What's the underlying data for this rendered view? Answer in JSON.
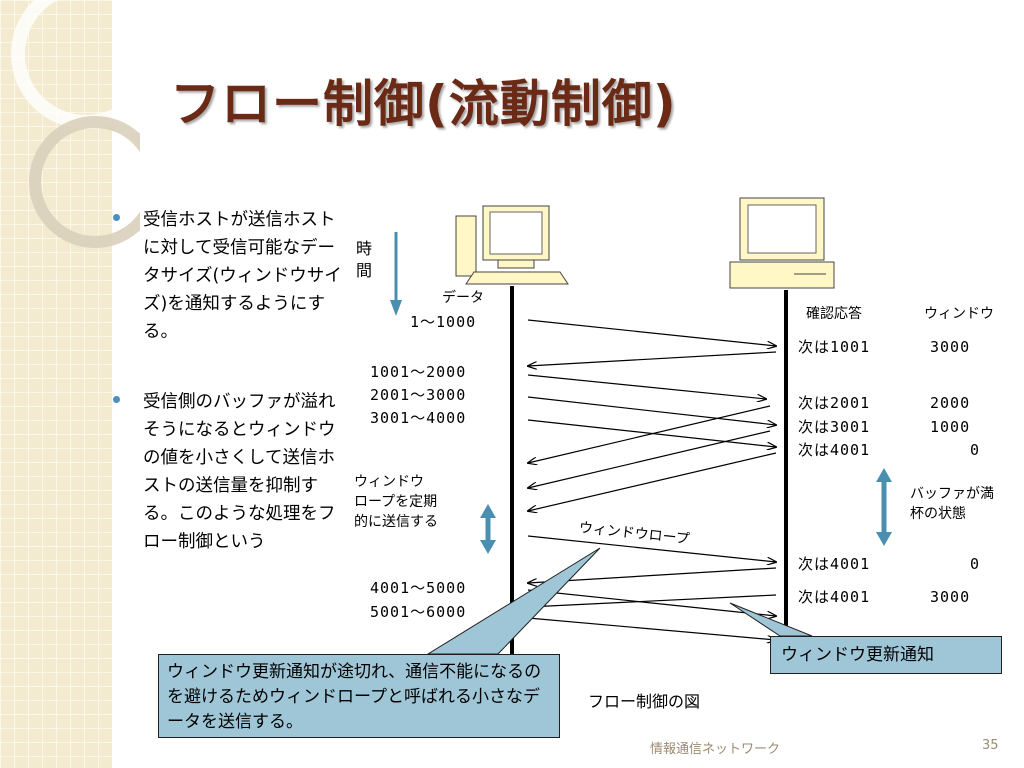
{
  "slide": {
    "title": "フロー制御(流動制御)",
    "bullets": [
      "受信ホストが送信ホストに対して受信可能なデータサイズ(ウィンドウサイズ)を通知するようにする。",
      "受信側のバッファが溢れそうになるとウィンドウの値を小さくして送信ホストの送信量を抑制する。このような処理をフロー制御という"
    ],
    "footer": "情報通信ネットワーク",
    "page_number": "35"
  },
  "diagram": {
    "time_label": "時\n間",
    "data_label": "データ",
    "ack_header": "確認応答",
    "window_header": "ウィンドウ",
    "sent_ranges": [
      "1〜1000",
      "1001〜2000",
      "2001〜3000",
      "3001〜4000",
      "4001〜5000",
      "5001〜6000"
    ],
    "acks": [
      {
        "next": "次は1001",
        "window": "3000"
      },
      {
        "next": "次は2001",
        "window": "2000"
      },
      {
        "next": "次は3001",
        "window": "1000"
      },
      {
        "next": "次は4001",
        "window": "0"
      },
      {
        "next": "次は4001",
        "window": "0"
      },
      {
        "next": "次は4001",
        "window": "3000"
      }
    ],
    "probe_note": "ウィンドウ\nロープを定期\n的に送信する",
    "probe_label": "ウィンドウロープ",
    "buffer_note": "バッファが満\n杯の状態",
    "callout_left": "ウィンドウ更新通知が途切れ、通信不能になるのを避けるためウィンドロープと呼ばれる小さなデータを送信する。",
    "callout_right": "ウィンドウ更新通知",
    "caption": "フロー制御の図"
  },
  "colors": {
    "title": "#6b2a16",
    "callout_fill": "#9fc6d6",
    "arrow_blue": "#4b8fb0",
    "sidebar": "#f3ead0"
  }
}
